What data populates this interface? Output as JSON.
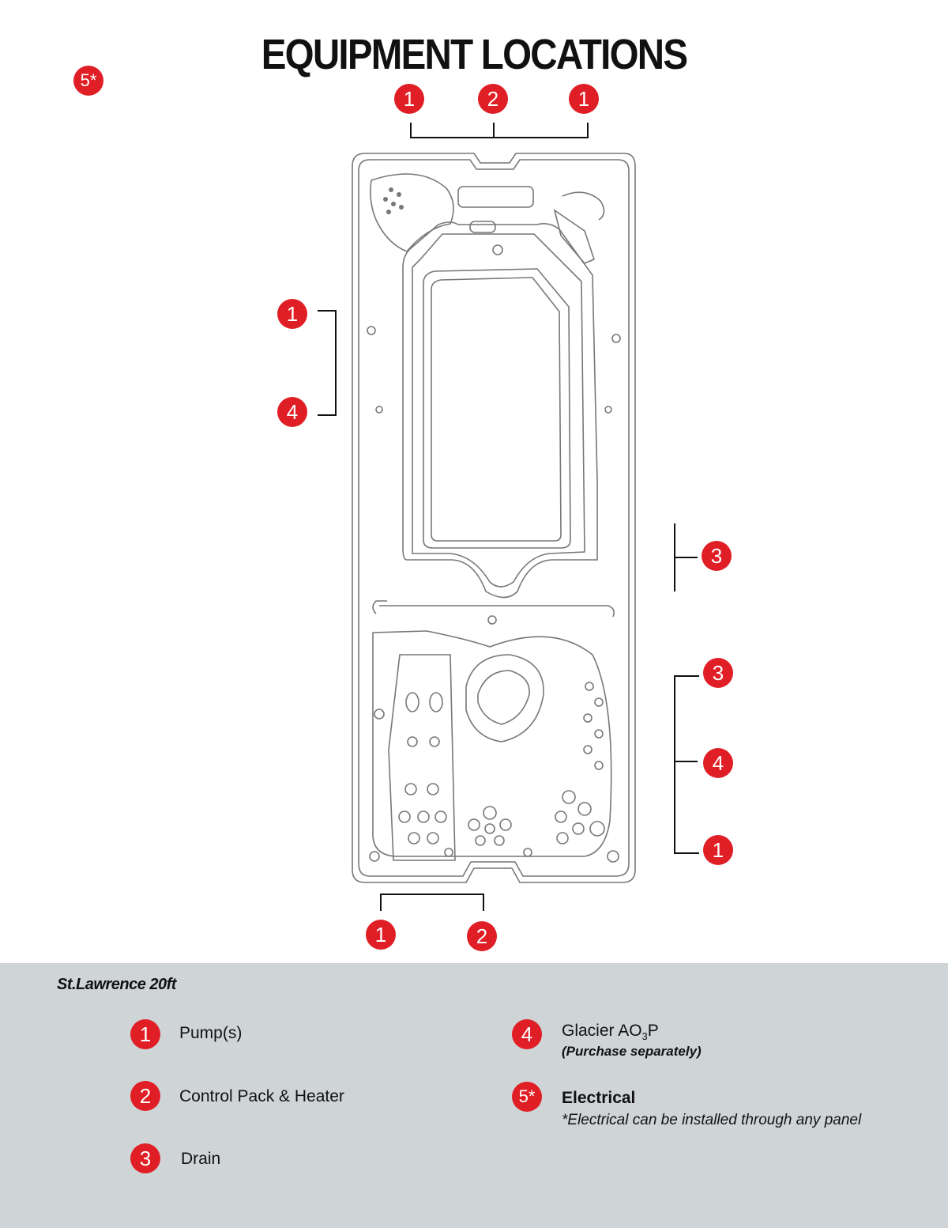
{
  "title": "EQUIPMENT LOCATIONS",
  "top_left_marker": "5*",
  "callouts": {
    "top": [
      "1",
      "2",
      "1"
    ],
    "left": [
      "1",
      "4"
    ],
    "right_upper": [
      "3"
    ],
    "right_lower": [
      "3",
      "4",
      "1"
    ],
    "bottom": [
      "1",
      "2"
    ]
  },
  "legend": {
    "model": "St.Lawrence 20ft",
    "items": [
      {
        "num": "1",
        "label": "Pump(s)"
      },
      {
        "num": "2",
        "label": "Control Pack & Heater"
      },
      {
        "num": "3",
        "label": "Drain"
      },
      {
        "num": "4",
        "label_main": "Glacier AO",
        "label_sub": "3",
        "label_end": "P",
        "note": "(Purchase separately)"
      },
      {
        "num": "5*",
        "label": "Electrical",
        "note": "*Electrical can be installed through any panel"
      }
    ]
  },
  "colors": {
    "badge": "#e01e25",
    "legend_bg": "#cfd4d7"
  }
}
